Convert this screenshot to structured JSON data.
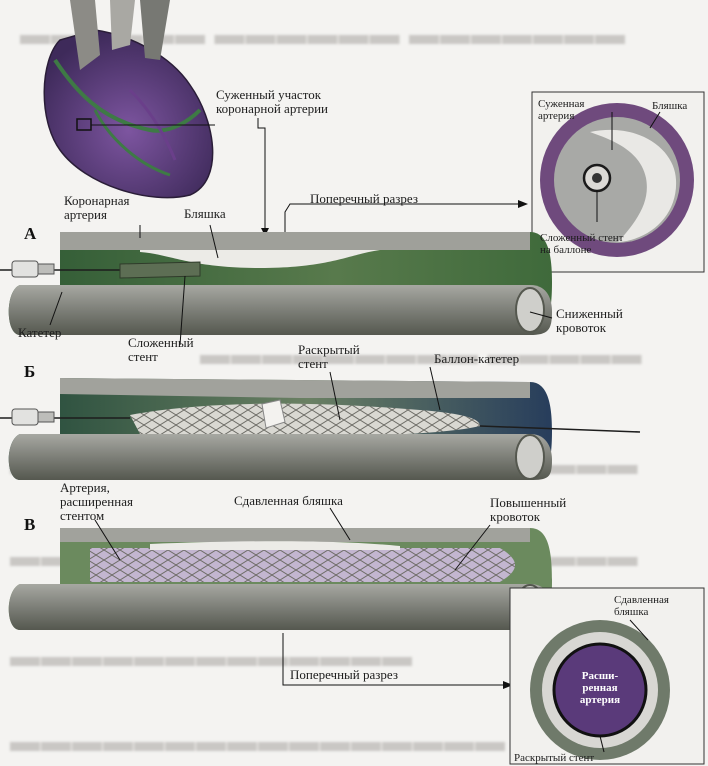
{
  "labels": {
    "narrowed_segment": "Суженный участок\nкоронарной артерии",
    "coronary_artery": "Коронарная\nартерия",
    "plaque_a": "Бляшка",
    "cross_section_top": "Поперечный разрез",
    "catheter": "Катетер",
    "folded_stent": "Сложенный\nстент",
    "reduced_flow": "Сниженный\nкровоток",
    "opened_stent": "Раскрытый\nстент",
    "balloon_catheter": "Баллон-катетер",
    "artery_widened": "Артерия,\nрасширенная\nстентом",
    "compressed_plaque": "Сдавленная бляшка",
    "increased_flow": "Повышенный\nкровоток",
    "cross_section_bottom": "Поперечный разрез"
  },
  "panels": {
    "a": "А",
    "b": "Б",
    "c": "В"
  },
  "inset_top": {
    "narrowed_artery": "Суженная\nартерия",
    "plaque": "Бляшка",
    "folded_stent_on_balloon": "Сложенный стент\nна баллоне"
  },
  "inset_bottom": {
    "compressed_plaque": "Сдавленная\nбляшка",
    "widened_artery": "Расши-\nренная\nартерия",
    "opened_stent": "Раскрытый стент"
  },
  "colors": {
    "artery_wall": "#8e8f89",
    "artery_dark": "#5a5c55",
    "lumen_green": "#3f6a3b",
    "plaque": "#ecebe7",
    "lavender": "#b6a7c4",
    "heart_purple": "#5b3b78",
    "inset_ring": "#6f4a7d"
  }
}
